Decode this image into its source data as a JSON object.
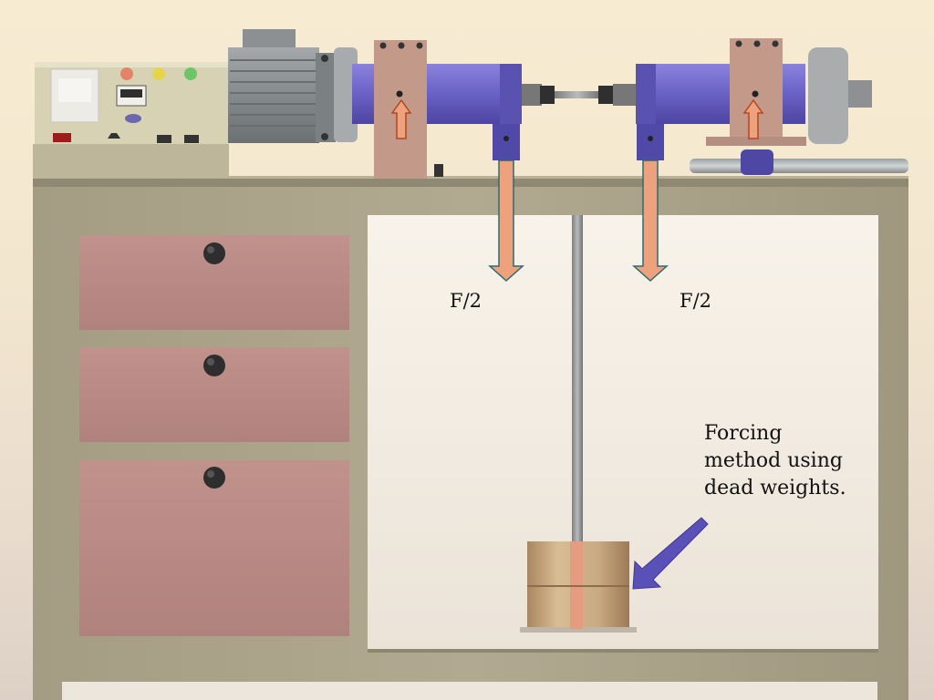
{
  "labels": {
    "force_left": "F/2",
    "force_right": "F/2",
    "note_lines": [
      "Forcing",
      "method using",
      "dead weights."
    ]
  },
  "colors": {
    "cabinet": "#ada58c",
    "drawer": "#b98a85",
    "panel_inner": "#f2ede2",
    "housing_blue": "#6c63c6",
    "bearing_block": "#c39a8a",
    "motor_grey": "#8f9395",
    "control_box": "#d8d2b4",
    "force_arrow": "#eda27d",
    "pointer_arrow": "#5a51b8",
    "weight": "#c9a982",
    "button_red": "#e3846a",
    "button_yellow": "#e6d54a",
    "button_green": "#6fc46a"
  },
  "icons": [
    "force-arrow",
    "pointer-arrow",
    "drawer-knob"
  ]
}
